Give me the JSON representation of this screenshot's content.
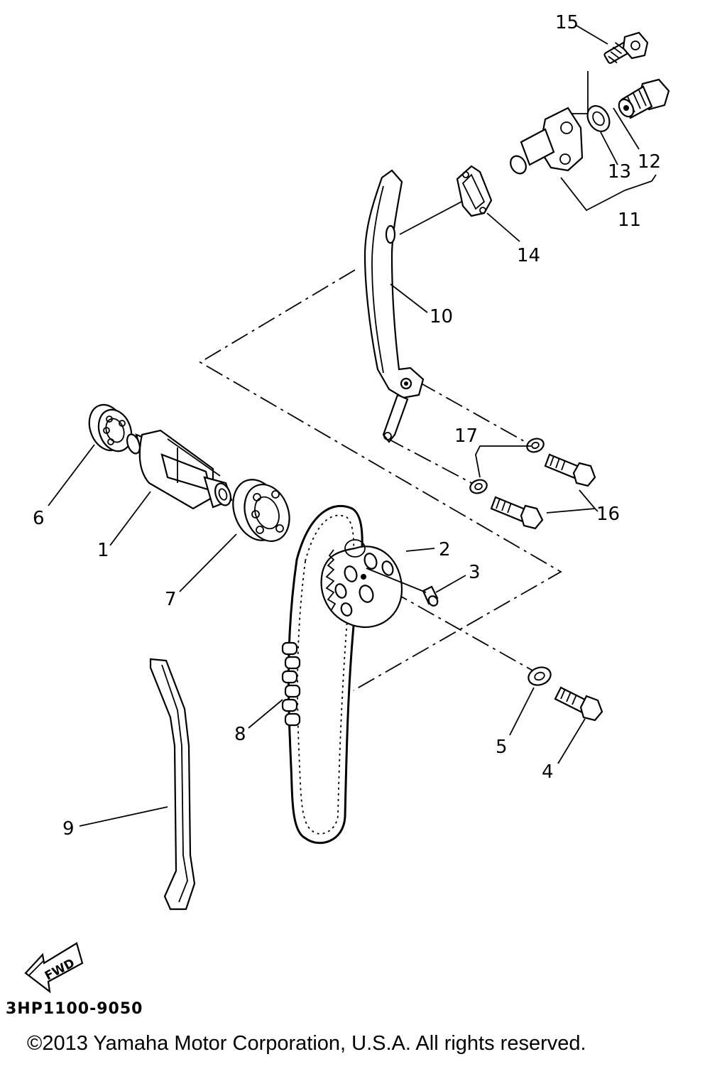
{
  "diagram": {
    "callouts": [
      {
        "id": "c1",
        "text": "1"
      },
      {
        "id": "c2",
        "text": "2"
      },
      {
        "id": "c3",
        "text": "3"
      },
      {
        "id": "c4",
        "text": "4"
      },
      {
        "id": "c5",
        "text": "5"
      },
      {
        "id": "c6",
        "text": "6"
      },
      {
        "id": "c7",
        "text": "7"
      },
      {
        "id": "c8",
        "text": "8"
      },
      {
        "id": "c9",
        "text": "9"
      },
      {
        "id": "c10",
        "text": "10"
      },
      {
        "id": "c11",
        "text": "11"
      },
      {
        "id": "c12",
        "text": "12"
      },
      {
        "id": "c13",
        "text": "13"
      },
      {
        "id": "c14",
        "text": "14"
      },
      {
        "id": "c15",
        "text": "15"
      },
      {
        "id": "c16",
        "text": "16"
      },
      {
        "id": "c17",
        "text": "17"
      }
    ],
    "fwd_label": "FWD",
    "diagram_code": "3HP1100-9050"
  },
  "footer": {
    "copyright": "©2013 Yamaha Motor Corporation, U.S.A. All rights reserved."
  }
}
